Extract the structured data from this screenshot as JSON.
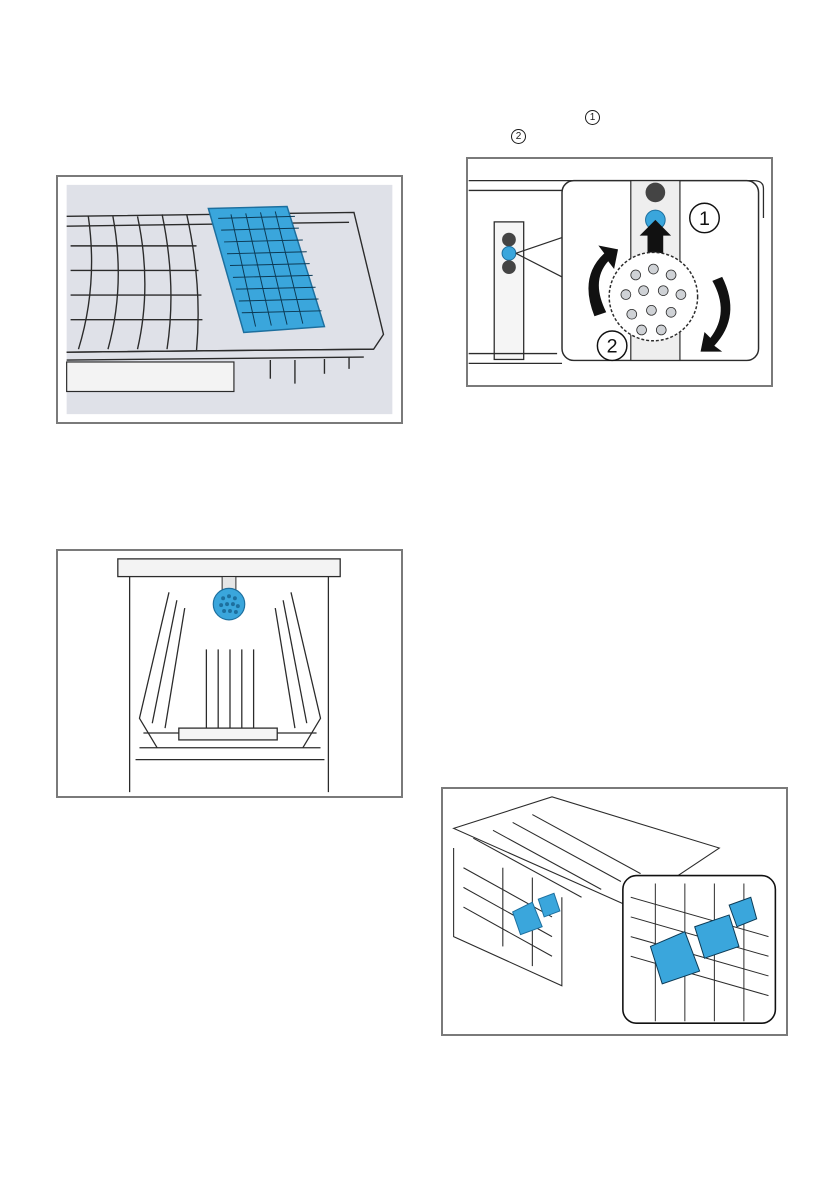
{
  "markers": {
    "step1": "1",
    "step2": "2"
  },
  "figure_filter": {
    "callout_1": "1",
    "callout_2": "2"
  },
  "icons": {
    "arrow_up": "arrow-up-icon",
    "rotate_left": "rotate-ccw-icon",
    "rotate_right": "rotate-cw-icon"
  },
  "colors": {
    "accent_blue": "#3aa6dc",
    "dark_blue": "#1d6f9e",
    "panel_grey": "#dfe1e8",
    "frame_border": "#7a7a7a"
  }
}
